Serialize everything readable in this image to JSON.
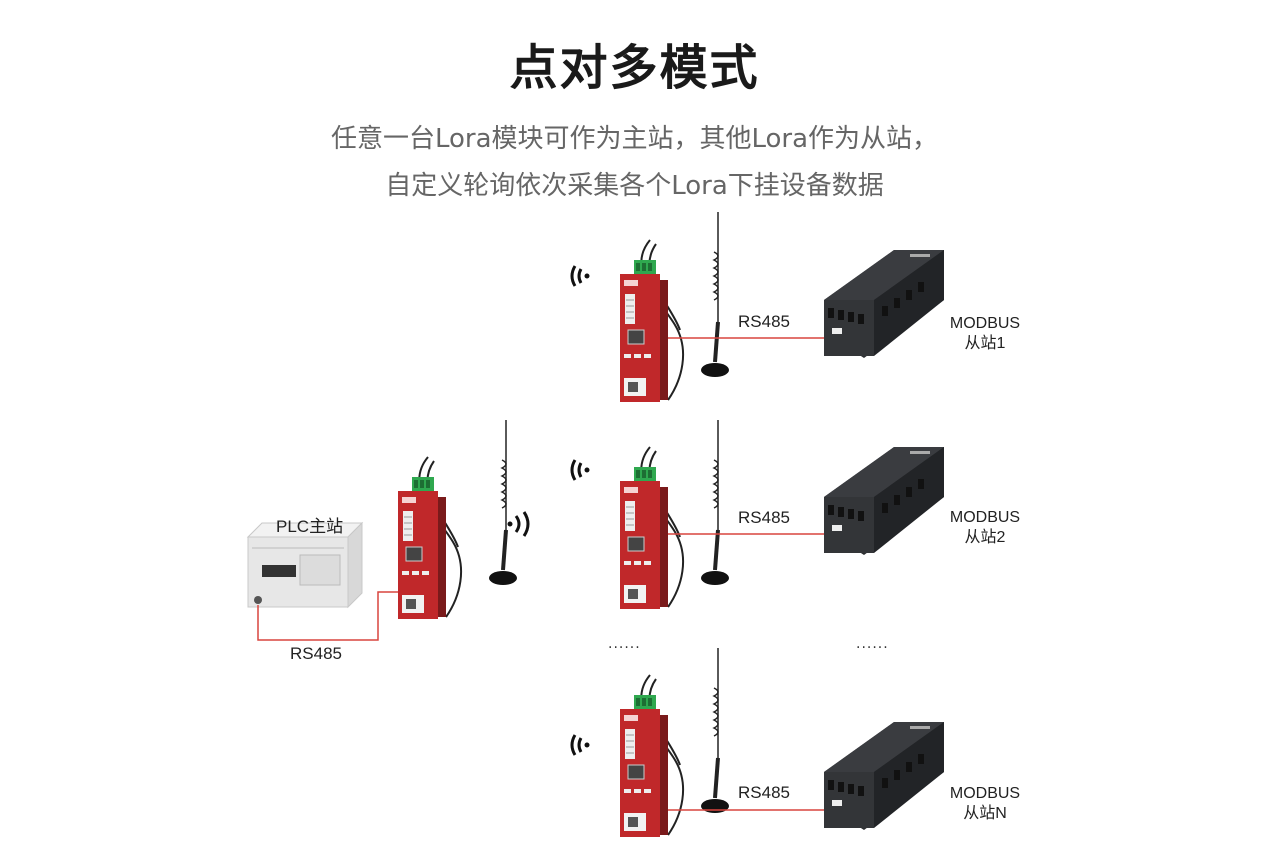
{
  "title": "点对多模式",
  "subtitle": {
    "line1": "任意一台Lora模块可作为主站，其他Lora作为从站，",
    "line2": "自定义轮询依次采集各个Lora下挂设备数据"
  },
  "master": {
    "plc_label": "PLC主站",
    "link_label": "RS485"
  },
  "slaves": [
    {
      "link_label": "RS485",
      "device_label_1": "MODBUS",
      "device_label_2": "从站1"
    },
    {
      "link_label": "RS485",
      "device_label_1": "MODBUS",
      "device_label_2": "从站2"
    },
    {
      "link_label": "RS485",
      "device_label_1": "MODBUS",
      "device_label_2": "从站N"
    }
  ],
  "ellipsis": "......",
  "colors": {
    "lora_body": "#c0282a",
    "terminal": "#2fa84f",
    "rs485_line": "#d9453f",
    "modbus_body": "#2b2d30",
    "plc_body": "#e7e7e7"
  }
}
